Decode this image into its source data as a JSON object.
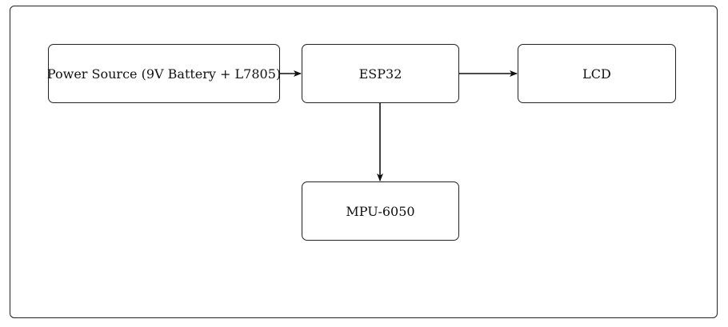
{
  "nodes": {
    "power": "Power Source (9V Battery + L7805)",
    "esp32": "ESP32",
    "lcd": "LCD",
    "mpu": "MPU-6050"
  },
  "edges": [
    {
      "from": "power",
      "to": "esp32"
    },
    {
      "from": "esp32",
      "to": "lcd"
    },
    {
      "from": "esp32",
      "to": "mpu"
    }
  ],
  "colors": {
    "stroke": "#222222",
    "text": "#111111",
    "background": "#ffffff"
  }
}
